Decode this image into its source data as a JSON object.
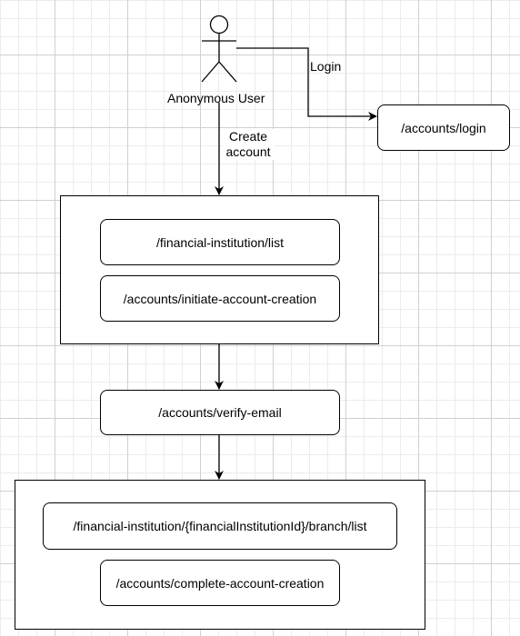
{
  "actor": {
    "label": "Anonymous User"
  },
  "edges": {
    "login_label": "Login",
    "create_account_label_line1": "Create",
    "create_account_label_line2": "account"
  },
  "nodes": {
    "accounts_login": "/accounts/login",
    "financial_institution_list": "/financial-institution/list",
    "initiate_account_creation": "/accounts/initiate-account-creation",
    "verify_email": "/accounts/verify-email",
    "branch_list": "/financial-institution/{financialInstitutionId}/branch/list",
    "complete_account_creation": "/accounts/complete-account-creation"
  }
}
